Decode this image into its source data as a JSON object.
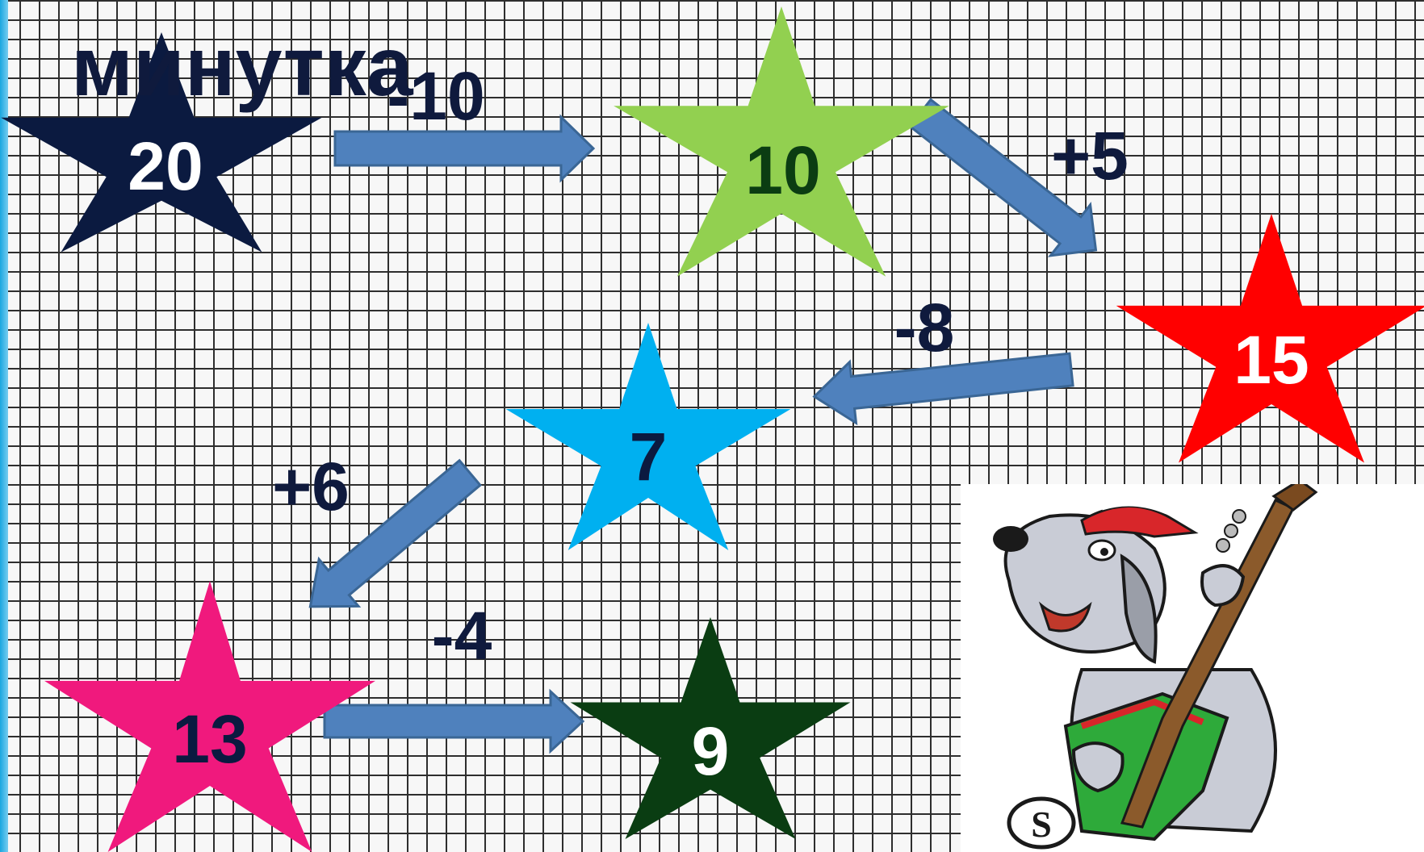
{
  "title": "минутка",
  "title_top_partial": "- -",
  "stars": [
    {
      "id": "start",
      "value": "20",
      "fill": "#0b1a40",
      "text_color": "#ffffff"
    },
    {
      "id": "s2",
      "value": "10",
      "fill": "#92d050",
      "text_color": "#0b3d12"
    },
    {
      "id": "s3",
      "value": "15",
      "fill": "#ff0000",
      "text_color": "#ffffff"
    },
    {
      "id": "s4",
      "value": "7",
      "fill": "#00b0f0",
      "text_color": "#0b1a40"
    },
    {
      "id": "s5",
      "value": "13",
      "fill": "#f0197d",
      "text_color": "#0b1a40"
    },
    {
      "id": "s6",
      "value": "9",
      "fill": "#0a3d12",
      "text_color": "#ffffff"
    }
  ],
  "operations": [
    {
      "label": "-10"
    },
    {
      "label": "+5"
    },
    {
      "label": "-8"
    },
    {
      "label": "+6"
    },
    {
      "label": "-4"
    }
  ],
  "arrow_color": "#4f81bd",
  "illustration": "dog-playing-guitar"
}
